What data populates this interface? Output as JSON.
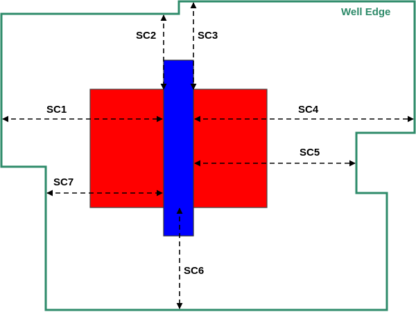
{
  "title": "Well Edge",
  "colors": {
    "well_edge": "#2e8b6a",
    "red_region": "#ff0000",
    "blue_region": "#0000ff",
    "outline": "#444444",
    "dimension_line": "#000000"
  },
  "dimensions": {
    "sc1": "SC1",
    "sc2": "SC2",
    "sc3": "SC3",
    "sc4": "SC4",
    "sc5": "SC5",
    "sc6": "SC6",
    "sc7": "SC7"
  }
}
